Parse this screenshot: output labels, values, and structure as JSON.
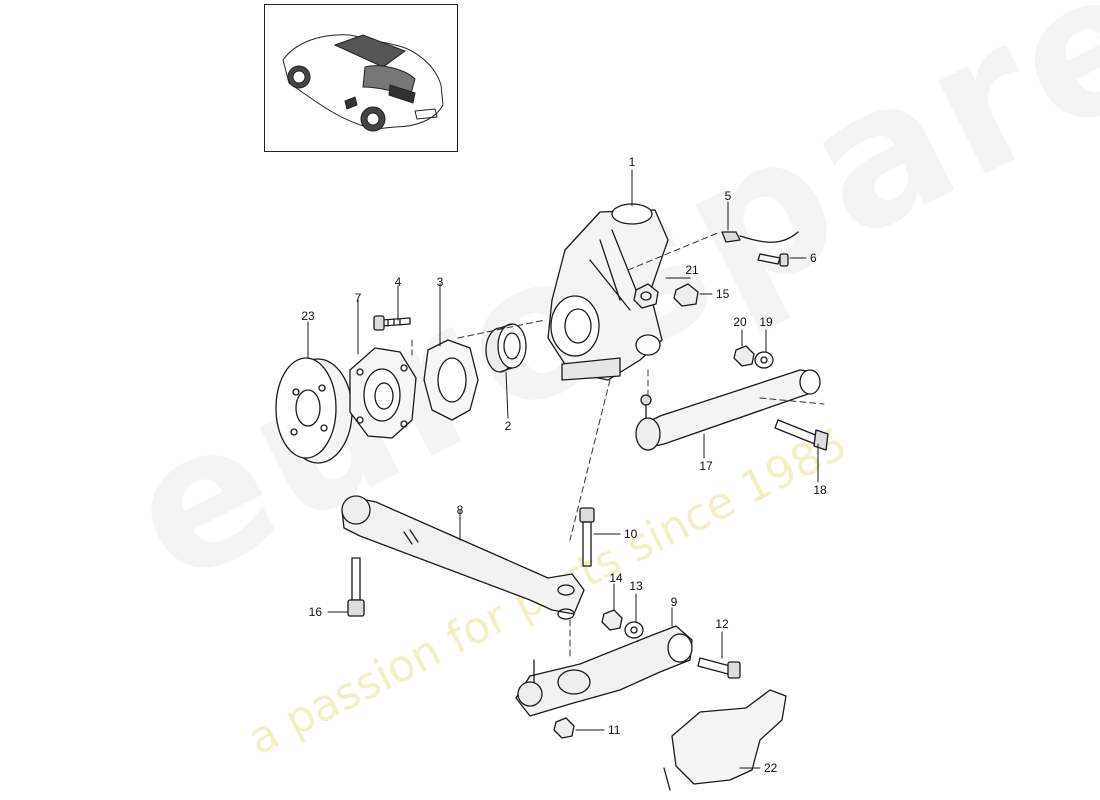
{
  "watermark": {
    "brand": "eurospares",
    "slogan": "a passion for parts since 1985"
  },
  "callouts": [
    {
      "id": "1",
      "label": "1"
    },
    {
      "id": "2",
      "label": "2"
    },
    {
      "id": "3",
      "label": "3"
    },
    {
      "id": "4",
      "label": "4"
    },
    {
      "id": "5",
      "label": "5"
    },
    {
      "id": "6",
      "label": "6"
    },
    {
      "id": "7",
      "label": "7"
    },
    {
      "id": "8",
      "label": "8"
    },
    {
      "id": "9",
      "label": "9"
    },
    {
      "id": "10",
      "label": "10"
    },
    {
      "id": "11",
      "label": "11"
    },
    {
      "id": "12",
      "label": "12"
    },
    {
      "id": "13",
      "label": "13"
    },
    {
      "id": "14",
      "label": "14"
    },
    {
      "id": "15",
      "label": "15"
    },
    {
      "id": "16",
      "label": "16"
    },
    {
      "id": "17",
      "label": "17"
    },
    {
      "id": "18",
      "label": "18"
    },
    {
      "id": "19",
      "label": "19"
    },
    {
      "id": "20",
      "label": "20"
    },
    {
      "id": "21",
      "label": "21"
    },
    {
      "id": "22",
      "label": "22"
    },
    {
      "id": "23",
      "label": "23"
    }
  ]
}
